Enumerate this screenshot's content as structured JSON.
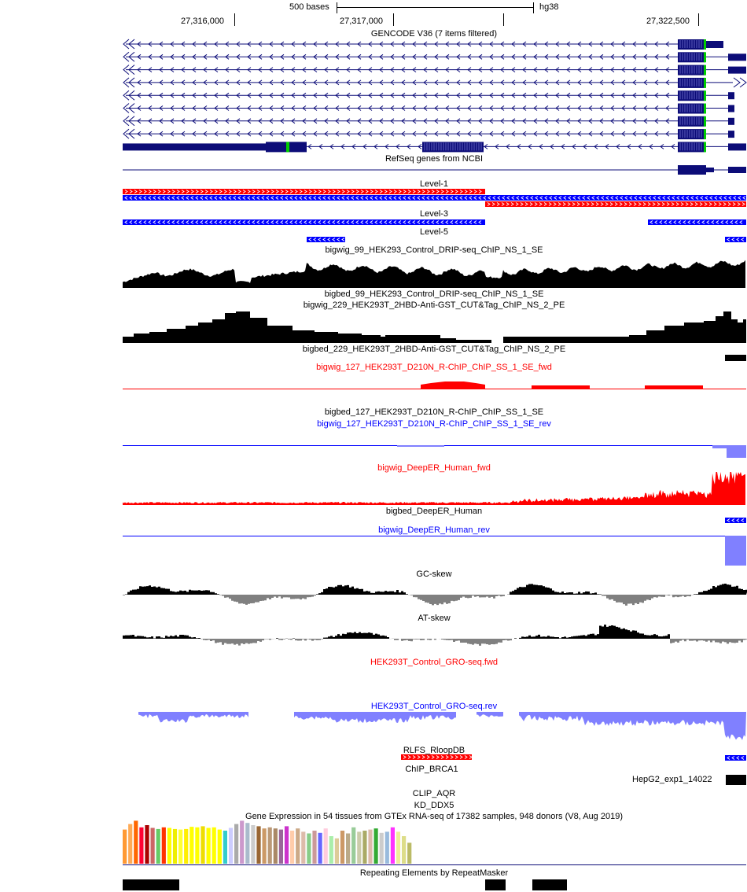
{
  "header": {
    "scale_label": "500 bases",
    "assembly": "hg38",
    "coords": [
      "27,316,000",
      "27,317,000",
      "27,322,500"
    ]
  },
  "colors": {
    "navy": "#0c0c78",
    "red": "#ff0000",
    "blue": "#0000ff",
    "lightblue": "#8080ff",
    "gray": "#808080",
    "green": "#00cc00"
  },
  "tracks": {
    "gencode": "GENCODE V36 (7 items filtered)",
    "refseq": "RefSeq genes from NCBI",
    "level1": "Level-1",
    "level3": "Level-3",
    "level5": "Level-5",
    "bigwig99": "bigwig_99_HEK293_Control_DRIP-seq_ChIP_NS_1_SE",
    "bigbed99": "bigbed_99_HEK293_Control_DRIP-seq_ChIP_NS_1_SE",
    "bigwig229": "bigwig_229_HEK293T_2HBD-Anti-GST_CUT&Tag_ChIP_NS_2_PE",
    "bigbed229": "bigbed_229_HEK293T_2HBD-Anti-GST_CUT&Tag_ChIP_NS_2_PE",
    "bigwig127fwd": "bigwig_127_HEK293T_D210N_R-ChIP_ChIP_SS_1_SE_fwd",
    "bigbed127": "bigbed_127_HEK293T_D210N_R-ChIP_ChIP_SS_1_SE",
    "bigwig127rev": "bigwig_127_HEK293T_D210N_R-ChIP_ChIP_SS_1_SE_rev",
    "deeperfwd": "bigwig_DeepER_Human_fwd",
    "deeperbed": "bigbed_DeepER_Human",
    "deeperrev": "bigwig_DeepER_Human_rev",
    "gcskew": "GC-skew",
    "atskew": "AT-skew",
    "grofwd": "HEK293T_Control_GRO-seq.fwd",
    "grorev": "HEK293T_Control_GRO-seq.rev",
    "rlfs": "RLFS_RloopDB",
    "chipbrca1": "ChIP_BRCA1",
    "hepg2": "HepG2_exp1_14022",
    "clipaqr": "CLIP_AQR",
    "kdddx5": "KD_DDX5",
    "gtex": "Gene Expression in 54 tissues from GTEx RNA-seq of 17382 samples, 948 donors (V8, Aug 2019)",
    "repeatmasker": "Repeating Elements by RepeatMasker"
  },
  "gtex_values": [
    0.62,
    0.72,
    0.78,
    0.66,
    0.7,
    0.65,
    0.63,
    0.66,
    0.65,
    0.63,
    0.62,
    0.63,
    0.67,
    0.66,
    0.68,
    0.65,
    0.66,
    0.62,
    0.6,
    0.65,
    0.72,
    0.78,
    0.74,
    0.7,
    0.68,
    0.64,
    0.66,
    0.64,
    0.62,
    0.68,
    0.6,
    0.64,
    0.58,
    0.55,
    0.6,
    0.56,
    0.64,
    0.5,
    0.46,
    0.6,
    0.55,
    0.66,
    0.58,
    0.6,
    0.62,
    0.64,
    0.56,
    0.58,
    0.66,
    0.58,
    0.5,
    0.38
  ]
}
